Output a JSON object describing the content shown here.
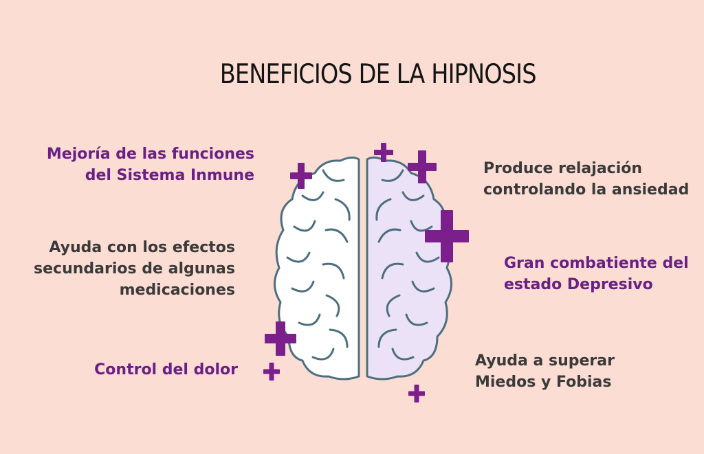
{
  "title": "BENEFICIOS DE LA HIPNOSIS",
  "labels": {
    "inmune": "Mejoría de las funciones\ndel Sistema Inmune",
    "efectos": "Ayuda con los efectos\nsecundarios de algunas\nmedicaciones",
    "dolor": "Control del dolor",
    "relajacion": "Produce relajación\ncontrolando la ansiedad",
    "depresivo": "Gran combatiente del\nestado Depresivo",
    "miedos": "Ayuda a superar\nMiedos y Fobias"
  },
  "colors": {
    "background": "#fbddd3",
    "purple_text": "#6a1f85",
    "dark_text": "#3a3a3a",
    "plus": "#7b1f8c",
    "brain_outline": "#4c6f80",
    "brain_left_fill": "#ffffff",
    "brain_right_fill": "#ece2f7"
  },
  "icons": [
    "brain-icon",
    "plus-icon"
  ]
}
